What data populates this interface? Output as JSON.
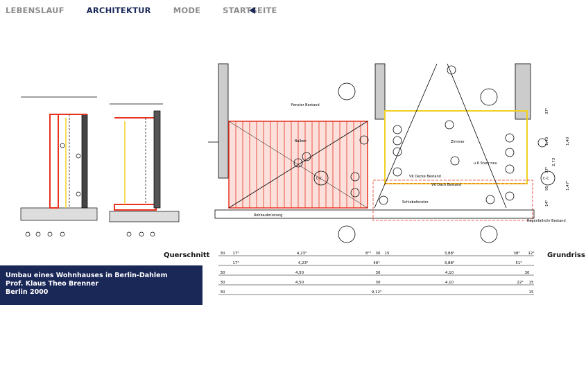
{
  "nav": {
    "items": [
      "LEBENSLAUF",
      "ARCHITEKTUR",
      "MODE",
      "STARTSEITE"
    ],
    "active": "ARCHITEKTUR",
    "back_icon": "triangle-left-icon"
  },
  "captions": {
    "section": "Querschnitt",
    "plan": "Grundriss"
  },
  "info": {
    "line1": "Umbau eines Wohnhauses in Berlin-Dahlem",
    "line2": "Prof. Klaus Theo Brenner",
    "line3": "Berlin 2000"
  },
  "plan_labels": {
    "fenster": "Fenster Bestand",
    "balkon": "Balkon",
    "zimmer": "Zimmer",
    "regen": "Regenfallrohr Bestand",
    "rohbau": "Rohbaubrüstung",
    "schiebe": "Schiebefenster",
    "vkdecke": "VK Decke Bestand",
    "vkdach": "VK Dach Bestand",
    "cc": "C-C",
    "uk": "u.K Sturz neu"
  },
  "dimensions": {
    "row1": [
      "30",
      "17⁵",
      "4,23⁵",
      "8⁷⁵",
      "30",
      "15",
      "3,88⁵",
      "38⁵",
      "12⁵"
    ],
    "row2": [
      "17⁵",
      "4,23⁵",
      "46⁵",
      "3,88⁵",
      "51⁵"
    ],
    "row3": [
      "30",
      "4,50",
      "30",
      "4,10",
      "30"
    ],
    "row4": [
      "30",
      "4,50",
      "30",
      "4,10",
      "22⁵",
      "15"
    ],
    "row5": [
      "30",
      "9,12⁵",
      "15"
    ],
    "vertical": [
      "37⁵",
      "1,40",
      "37⁵",
      "95",
      "14⁵",
      "2,73",
      "1,40",
      "1,47⁵"
    ]
  },
  "colors": {
    "navy": "#1a2858",
    "red": "#e8321e",
    "yellow": "#f0d020"
  }
}
